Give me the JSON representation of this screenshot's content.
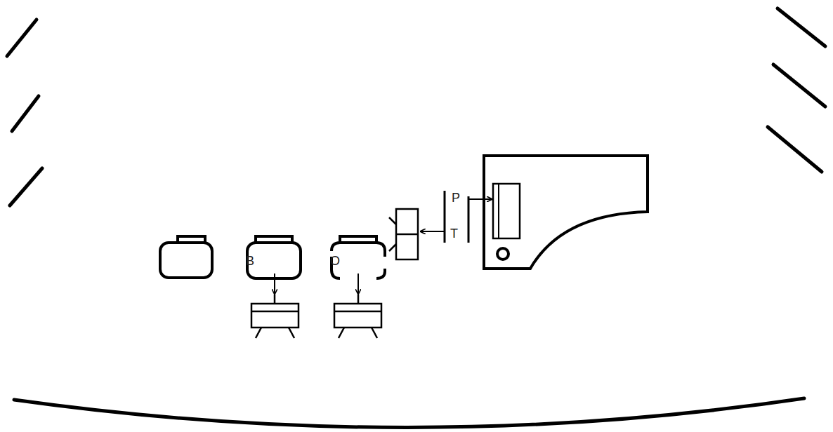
{
  "diagram": {
    "nodes": [
      {
        "text": [
          "B"
        ]
      },
      {
        "text": [
          "O"
        ]
      }
    ],
    "labels": [
      "P",
      "T"
    ]
  }
}
